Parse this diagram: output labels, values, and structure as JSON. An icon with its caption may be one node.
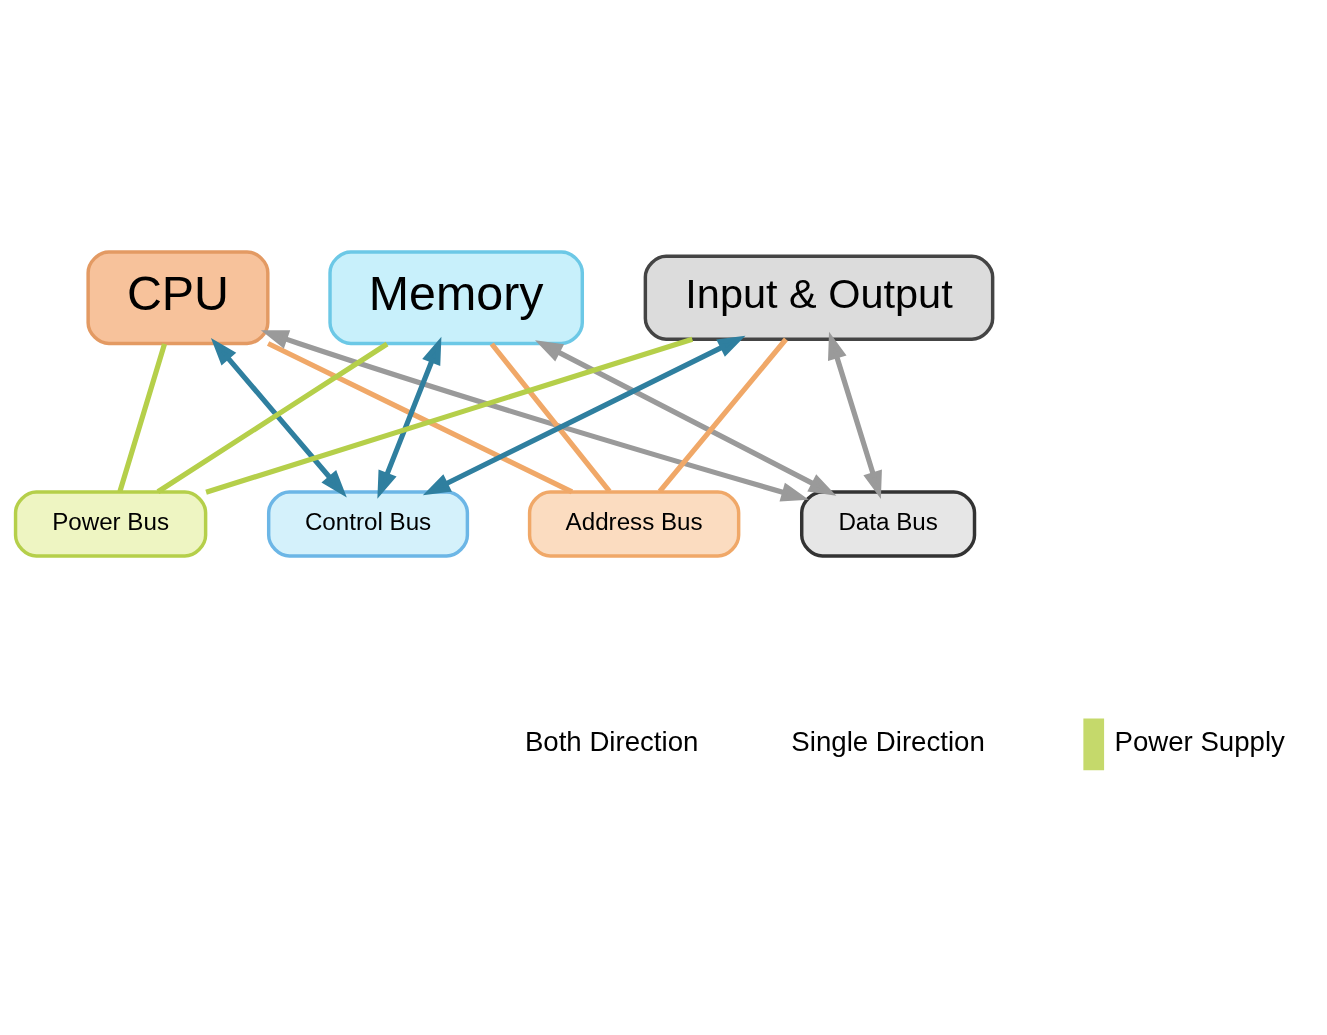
{
  "diagram": {
    "nodes": [
      {
        "text": [
          "CPU"
        ]
      },
      {
        "text": [
          "Memory"
        ]
      },
      {
        "text": [
          "Input & Output"
        ]
      },
      {
        "text": [
          "Power Bus"
        ]
      },
      {
        "text": [
          "Control Bus"
        ]
      },
      {
        "text": [
          "Address Bus"
        ]
      },
      {
        "text": [
          "Data Bus"
        ]
      }
    ],
    "edges": [
      {
        "from": 0,
        "to": 3,
        "arrow": "none",
        "color": "#b5cf4a"
      },
      {
        "from": 0,
        "to": 4,
        "arrow": "both",
        "color": "#2f7f9f"
      },
      {
        "from": 0,
        "to": 5,
        "arrow": "none",
        "color": "#f0a868"
      },
      {
        "from": 0,
        "to": 6,
        "arrow": "both",
        "color": "#9a9a9a"
      },
      {
        "from": 1,
        "to": 3,
        "arrow": "none",
        "color": "#b5cf4a"
      },
      {
        "from": 1,
        "to": 4,
        "arrow": "both",
        "color": "#2f7f9f"
      },
      {
        "from": 1,
        "to": 5,
        "arrow": "none",
        "color": "#f0a868"
      },
      {
        "from": 1,
        "to": 6,
        "arrow": "both",
        "color": "#9a9a9a"
      },
      {
        "from": 2,
        "to": 3,
        "arrow": "none",
        "color": "#b5cf4a"
      },
      {
        "from": 2,
        "to": 4,
        "arrow": "both",
        "color": "#2f7f9f"
      },
      {
        "from": 2,
        "to": 5,
        "arrow": "none",
        "color": "#f0a868"
      },
      {
        "from": 2,
        "to": 6,
        "arrow": "both",
        "color": "#9a9a9a"
      }
    ],
    "legend": [
      {
        "text": "Both Direction"
      },
      {
        "text": "Single Direction"
      },
      {
        "text": "Power Supply",
        "color": "#c5d96b"
      }
    ]
  }
}
